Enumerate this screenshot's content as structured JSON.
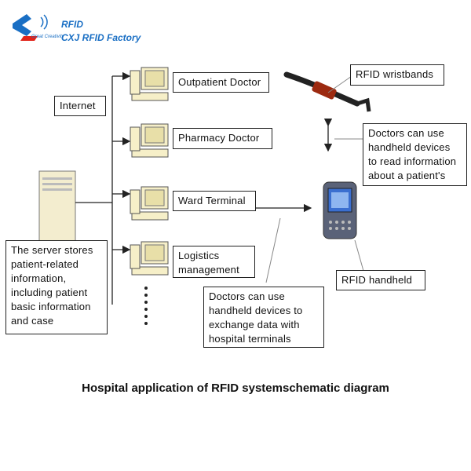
{
  "logo": {
    "brand": "RFID",
    "tagline": "Great Creativity",
    "company": "CXJ RFID Factory",
    "colors": {
      "red": "#e1251b",
      "blue": "#1a6fc4"
    }
  },
  "labels": {
    "internet": "Internet",
    "outpatient_doctor": "Outpatient Doctor",
    "pharmacy_doctor": "Pharmacy Doctor",
    "ward_terminal": "Ward Terminal",
    "logistics_line1": "Logistics",
    "logistics_line2": "management",
    "wristbands": "RFID wristbands",
    "handheld": "RFID handheld",
    "doctors_read": [
      "Doctors can use",
      "handheld devices",
      "to read information",
      "about a patient's"
    ],
    "doctors_exchange": [
      "Doctors can use",
      "handheld devices to",
      "exchange data with",
      "hospital terminals"
    ],
    "server_text": [
      "The server stores",
      "patient-related",
      "information,",
      "including patient",
      "basic information",
      "and case"
    ]
  },
  "caption": "Hospital application of RFID systemschematic diagram"
}
